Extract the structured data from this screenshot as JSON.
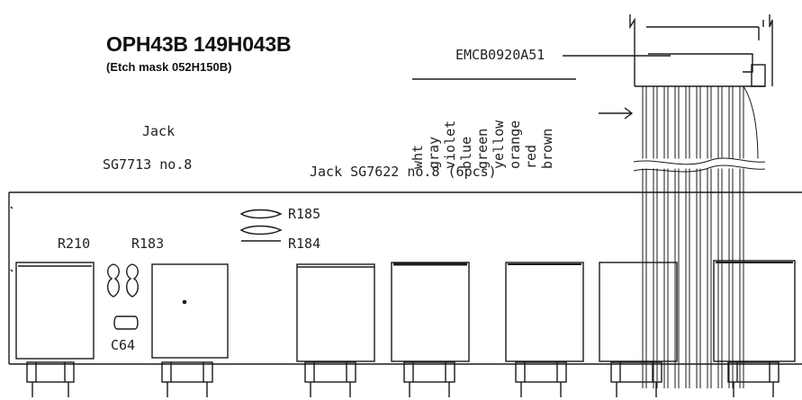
{
  "title": "OPH43B 149H043B",
  "subtitle": "(Etch mask 052H150B)",
  "connector_part": "EMCB0920A51",
  "wire_colors": [
    "wht",
    "gray",
    "violet",
    "blue",
    "green",
    "yellow",
    "orange",
    "red",
    "brown"
  ],
  "jack_left": {
    "line1": "Jack",
    "line2": "SG7713 no.8"
  },
  "jack_main": "Jack SG7622 no.8 (6pcs)",
  "components": {
    "r185": "R185",
    "r184": "R184",
    "r210": "R210",
    "r183": "R183",
    "c64": "C64"
  },
  "colors": {
    "ink": "#1a1a1a",
    "paper": "#ffffff"
  },
  "jack_count": 7
}
